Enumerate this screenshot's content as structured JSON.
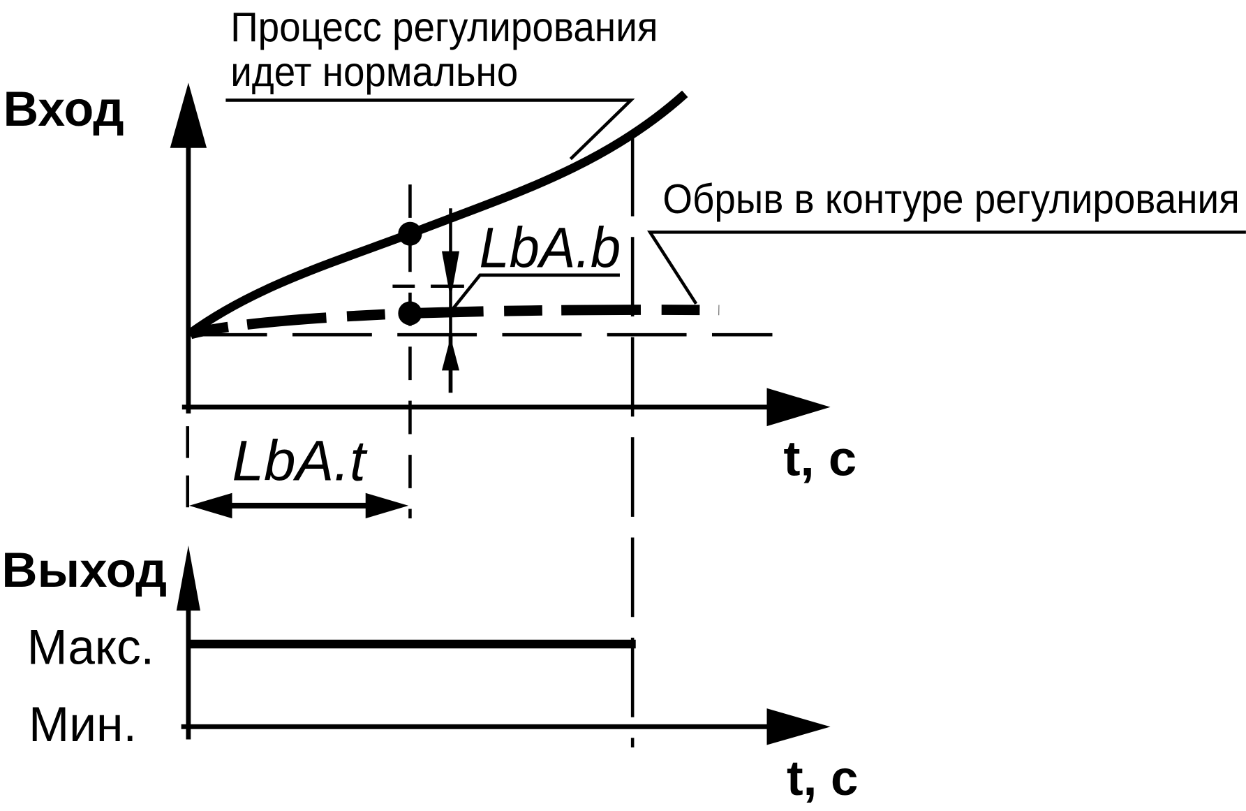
{
  "diagram": {
    "input_axis_label": "Вход",
    "output_axis_label": "Выход",
    "time_axis_label_top": "t, c",
    "time_axis_label_bottom": "t, c",
    "output_levels": {
      "max": "Макс.",
      "min": "Мин."
    },
    "annotations": {
      "normal_process_line1": "Процесс регулирования",
      "normal_process_line2": "идет нормально",
      "loop_break": "Обрыв в контуре регулирования"
    },
    "parameters": {
      "lba_band": "LbA.b",
      "lba_time": "LbA.t"
    }
  },
  "colors": {
    "ink": "#000000",
    "background": "#ffffff"
  }
}
